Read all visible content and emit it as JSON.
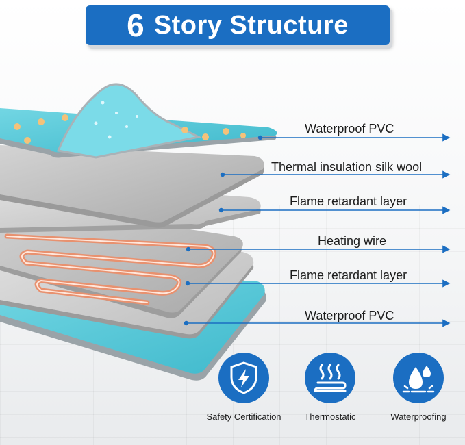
{
  "title": {
    "number": "6",
    "text": "Story Structure"
  },
  "layers": [
    {
      "label": "Waterproof PVC"
    },
    {
      "label": "Thermal insulation silk wool"
    },
    {
      "label": "Flame retardant layer"
    },
    {
      "label": "Heating wire"
    },
    {
      "label": "Flame retardant layer"
    },
    {
      "label": "Waterproof PVC"
    }
  ],
  "features": [
    {
      "label": "Safety Certification",
      "icon": "shield-lightning-icon"
    },
    {
      "label": "Thermostatic",
      "icon": "heat-waves-icon"
    },
    {
      "label": "Waterproofing",
      "icon": "water-drops-icon"
    }
  ],
  "colors": {
    "accent": "#1b6ec2",
    "pvc": "#5cc8d8",
    "gray_layer": "#bdbdbd",
    "wire": "#e8916f"
  }
}
